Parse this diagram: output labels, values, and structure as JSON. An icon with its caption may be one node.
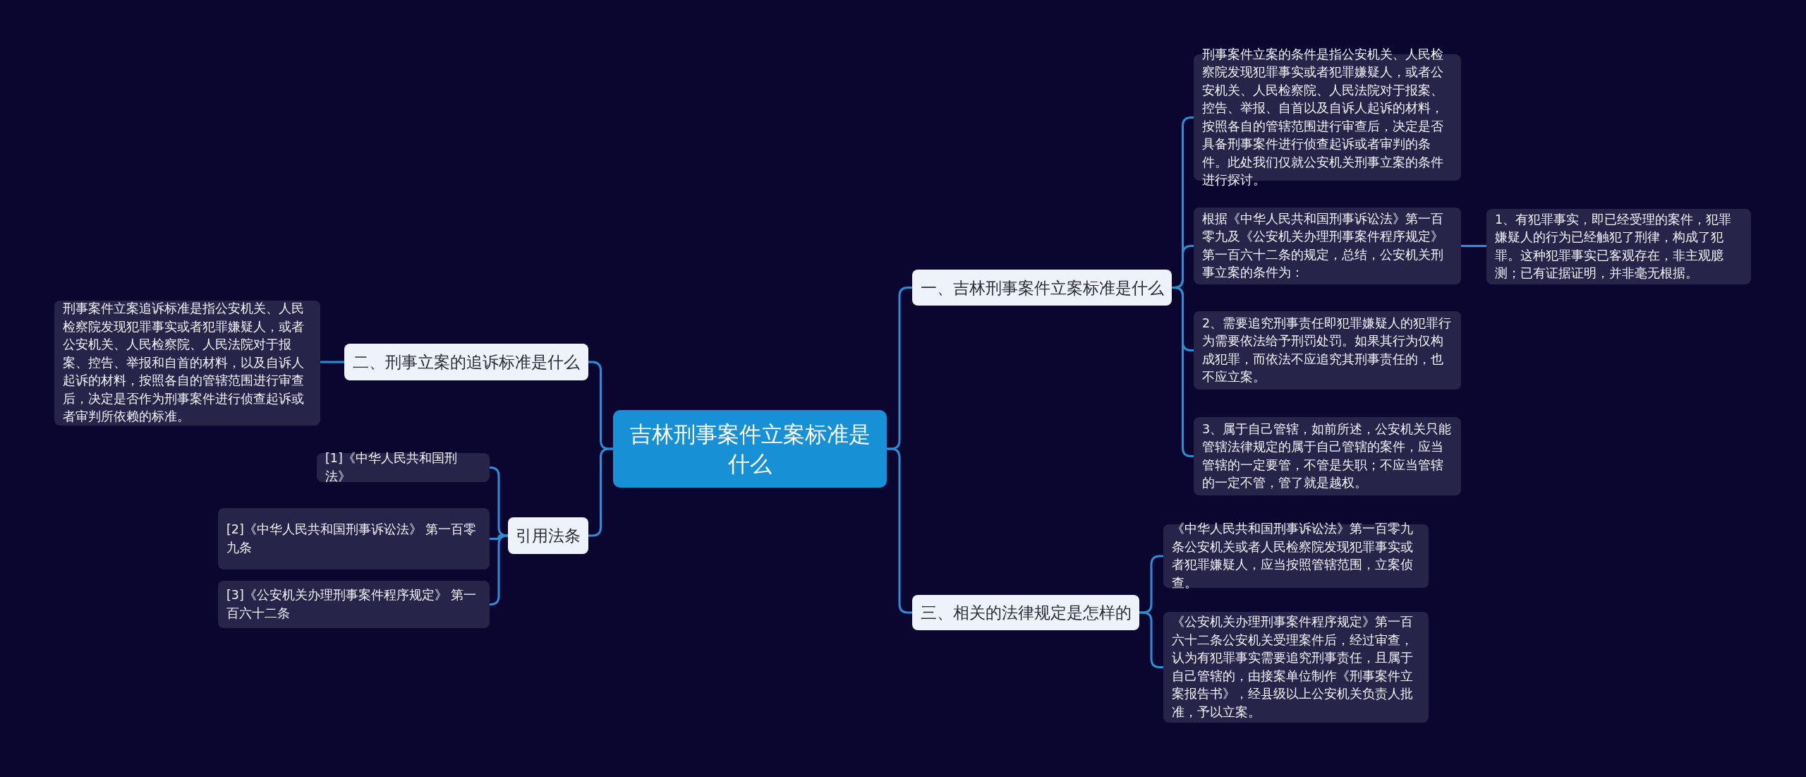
{
  "diagram": {
    "nodes": [
      {
        "text": [
          "吉林刑事案件立案标准是什么"
        ]
      },
      {
        "text": [
          "一、吉林刑事案件立案标准是什么"
        ]
      },
      {
        "text": [
          "刑事案件立案的条件是指公安机关、人民检察院发现犯罪事实或者犯罪嫌疑人，或者公安机关、人民检察院、人民法院对于报案、控告、举报、自首以及自诉人起诉的材料，按照各自的管辖范围进行审查后，决定是否具备刑事案件进行侦查起诉或者审判的条件。此处我们仅就公安机关刑事立案的条件进行探讨。"
        ]
      },
      {
        "text": [
          "根据《中华人民共和国刑事诉讼法》第一百零九及《公安机关办理刑事案件程序规定》第一百六十二条的规定，总结，公安机关刑事立案的条件为："
        ]
      },
      {
        "text": [
          "1、有犯罪事实，即已经受理的案件，犯罪嫌疑人的行为已经触犯了刑律，构成了犯罪。这种犯罪事实已客观存在，非主观臆测；已有证据证明，并非毫无根据。"
        ]
      },
      {
        "text": [
          "2、需要追究刑事责任即犯罪嫌疑人的犯罪行为需要依法给予刑罚处罚。如果其行为仅构成犯罪，而依法不应追究其刑事责任的，也不应立案。"
        ]
      },
      {
        "text": [
          "3、属于自己管辖，如前所述，公安机关只能管辖法律规定的属于自己管辖的案件，应当管辖的一定要管，不管是失职；不应当管辖的一定不管，管了就是越权。"
        ]
      },
      {
        "text": [
          "二、刑事立案的追诉标准是什么"
        ]
      },
      {
        "text": [
          "刑事案件立案追诉标准是指公安机关、人民检察院发现犯罪事实或者犯罪嫌疑人，或者公安机关、人民检察院、人民法院对于报案、控告、举报和自首的材料，以及自诉人起诉的材料，按照各自的管辖范围进行审查后，决定是否作为刑事案件进行侦查起诉或者审判所依赖的标准。"
        ]
      },
      {
        "text": [
          "引用法条"
        ]
      },
      {
        "text": [
          "[1]《中华人民共和国刑法》"
        ]
      },
      {
        "text": [
          "[2]《中华人民共和国刑事诉讼法》 第一百零九条"
        ]
      },
      {
        "text": [
          "[3]《公安机关办理刑事案件程序规定》 第一百六十二条"
        ]
      },
      {
        "text": [
          "三、相关的法律规定是怎样的"
        ]
      },
      {
        "text": [
          "《中华人民共和国刑事诉讼法》第一百零九条公安机关或者人民检察院发现犯罪事实或者犯罪嫌疑人，应当按照管辖范围，立案侦查。"
        ]
      },
      {
        "text": [
          "《公安机关办理刑事案件程序规定》第一百六十二条公安机关受理案件后，经过审查，认为有犯罪事实需要追究刑事责任，且属于自己管辖的，由接案单位制作《刑事案件立案报告书》，经县级以上公安机关负责人批准，予以立案。"
        ]
      }
    ],
    "edges": [
      {
        "from": 0,
        "to": 1,
        "arrow": "none"
      },
      {
        "from": 1,
        "to": 2,
        "arrow": "none"
      },
      {
        "from": 1,
        "to": 3,
        "arrow": "none"
      },
      {
        "from": 3,
        "to": 4,
        "arrow": "none"
      },
      {
        "from": 1,
        "to": 5,
        "arrow": "none"
      },
      {
        "from": 1,
        "to": 6,
        "arrow": "none"
      },
      {
        "from": 0,
        "to": 7,
        "arrow": "none"
      },
      {
        "from": 7,
        "to": 8,
        "arrow": "none"
      },
      {
        "from": 0,
        "to": 9,
        "arrow": "none"
      },
      {
        "from": 9,
        "to": 10,
        "arrow": "none"
      },
      {
        "from": 9,
        "to": 11,
        "arrow": "none"
      },
      {
        "from": 9,
        "to": 12,
        "arrow": "none"
      },
      {
        "from": 0,
        "to": 13,
        "arrow": "none"
      },
      {
        "from": 13,
        "to": 14,
        "arrow": "none"
      },
      {
        "from": 13,
        "to": 15,
        "arrow": "none"
      }
    ]
  }
}
